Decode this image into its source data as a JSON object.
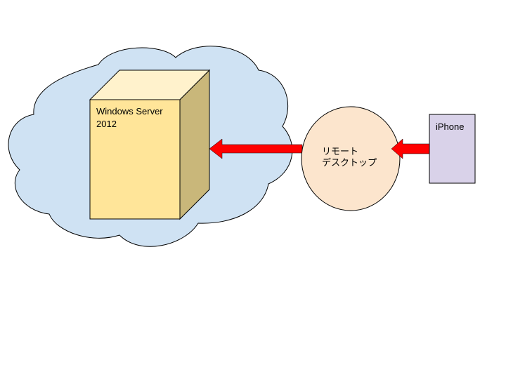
{
  "colors": {
    "cloud_fill": "#cfe2f3",
    "cloud_stroke": "#000000",
    "server_front": "#ffe599",
    "server_top": "#fff2cc",
    "server_side": "#c9b77a",
    "circle_fill": "#fce5cd",
    "phone_fill": "#d9d2e9",
    "arrow_fill": "#ff0000"
  },
  "server": {
    "label_line1": "Windows Server",
    "label_line2": "2012",
    "icon": "server-box-icon"
  },
  "remote_desktop": {
    "label_line1": "リモート",
    "label_line2": "デスクトップ"
  },
  "phone": {
    "label": "iPhone"
  },
  "arrows": [
    {
      "from": "phone",
      "to": "remote_desktop",
      "icon": "arrow-left-icon"
    },
    {
      "from": "remote_desktop",
      "to": "server",
      "icon": "arrow-left-icon"
    }
  ]
}
